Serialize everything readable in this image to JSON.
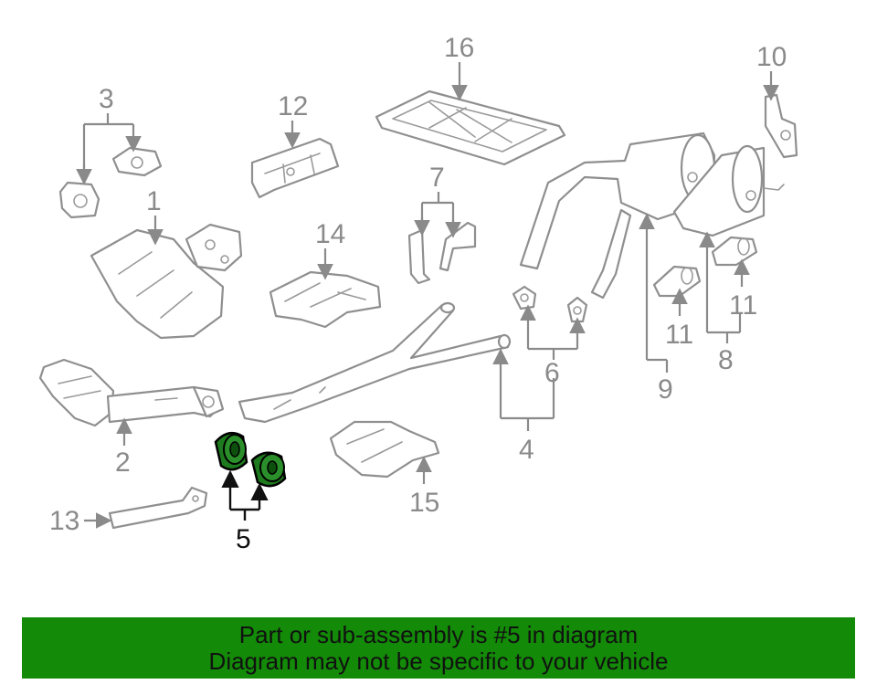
{
  "callouts": {
    "c1": "1",
    "c2": "2",
    "c3": "3",
    "c4": "4",
    "c5": "5",
    "c6": "6",
    "c7": "7",
    "c8": "8",
    "c9": "9",
    "c10": "10",
    "c11a": "11",
    "c11b": "11",
    "c12": "12",
    "c13": "13",
    "c14": "14",
    "c15": "15",
    "c16": "16"
  },
  "highlight": {
    "part_number": "5",
    "color": "#1e7a1e"
  },
  "banner": {
    "line1": "Part or sub-assembly is #5 in diagram",
    "line2": "Diagram may not be specific to your vehicle",
    "background": "#138a08"
  }
}
